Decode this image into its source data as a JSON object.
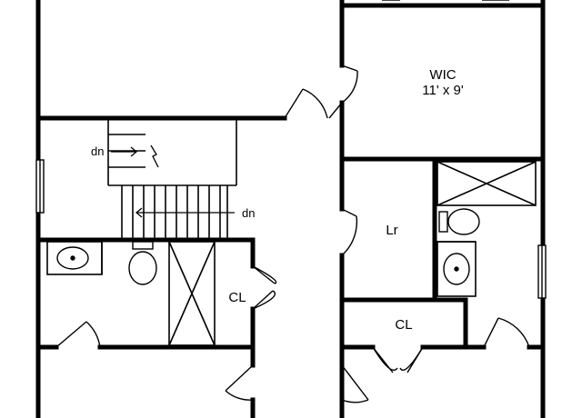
{
  "plan": {
    "rooms": {
      "wic": {
        "name": "WIC",
        "size": "11' x 9'"
      },
      "linen": {
        "name": "Lr"
      },
      "closet_left": {
        "name": "CL"
      },
      "closet_right": {
        "name": "CL"
      }
    },
    "stairs": {
      "upper_label": "dn",
      "lower_label": "dn"
    }
  }
}
